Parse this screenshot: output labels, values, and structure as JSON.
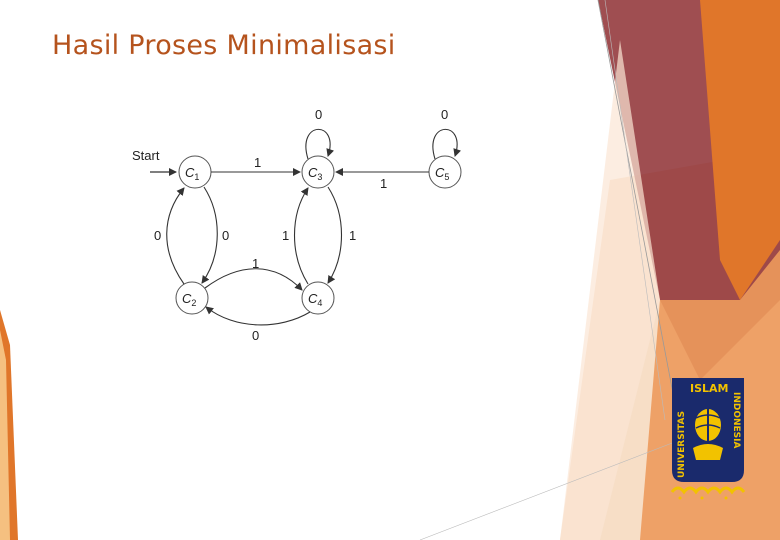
{
  "slide": {
    "title": "Hasil Proses Minimalisasi"
  },
  "diagram": {
    "start_label": "Start",
    "states": [
      {
        "id": "C1",
        "name": "C",
        "sub": "1",
        "start": true
      },
      {
        "id": "C3",
        "name": "C",
        "sub": "3"
      },
      {
        "id": "C5",
        "name": "C",
        "sub": "5"
      },
      {
        "id": "C2",
        "name": "C",
        "sub": "2"
      },
      {
        "id": "C4",
        "name": "C",
        "sub": "4"
      }
    ],
    "transitions": [
      {
        "from": "C1",
        "to": "C3",
        "label": "1"
      },
      {
        "from": "C3",
        "to": "C3",
        "label": "0"
      },
      {
        "from": "C5",
        "to": "C5",
        "label": "0"
      },
      {
        "from": "C5",
        "to": "C3",
        "label": "1"
      },
      {
        "from": "C2",
        "to": "C1",
        "label": "0"
      },
      {
        "from": "C1",
        "to": "C2",
        "label": "0"
      },
      {
        "from": "C4",
        "to": "C3",
        "label": "1"
      },
      {
        "from": "C3",
        "to": "C4",
        "label": "1"
      },
      {
        "from": "C2",
        "to": "C4",
        "label": "1"
      },
      {
        "from": "C4",
        "to": "C2",
        "label": "0"
      }
    ]
  },
  "logo": {
    "top_text": "ISLAM",
    "left_text": "UNIVERSITAS",
    "right_text": "INDONESIA",
    "colors": {
      "navy": "#1a2a6c",
      "gold": "#f2c200"
    }
  },
  "decor_colors": {
    "maroon": "#8e2f33",
    "orange": "#e0762a",
    "peach": "#f2c9a3",
    "title": "#b5531d"
  }
}
